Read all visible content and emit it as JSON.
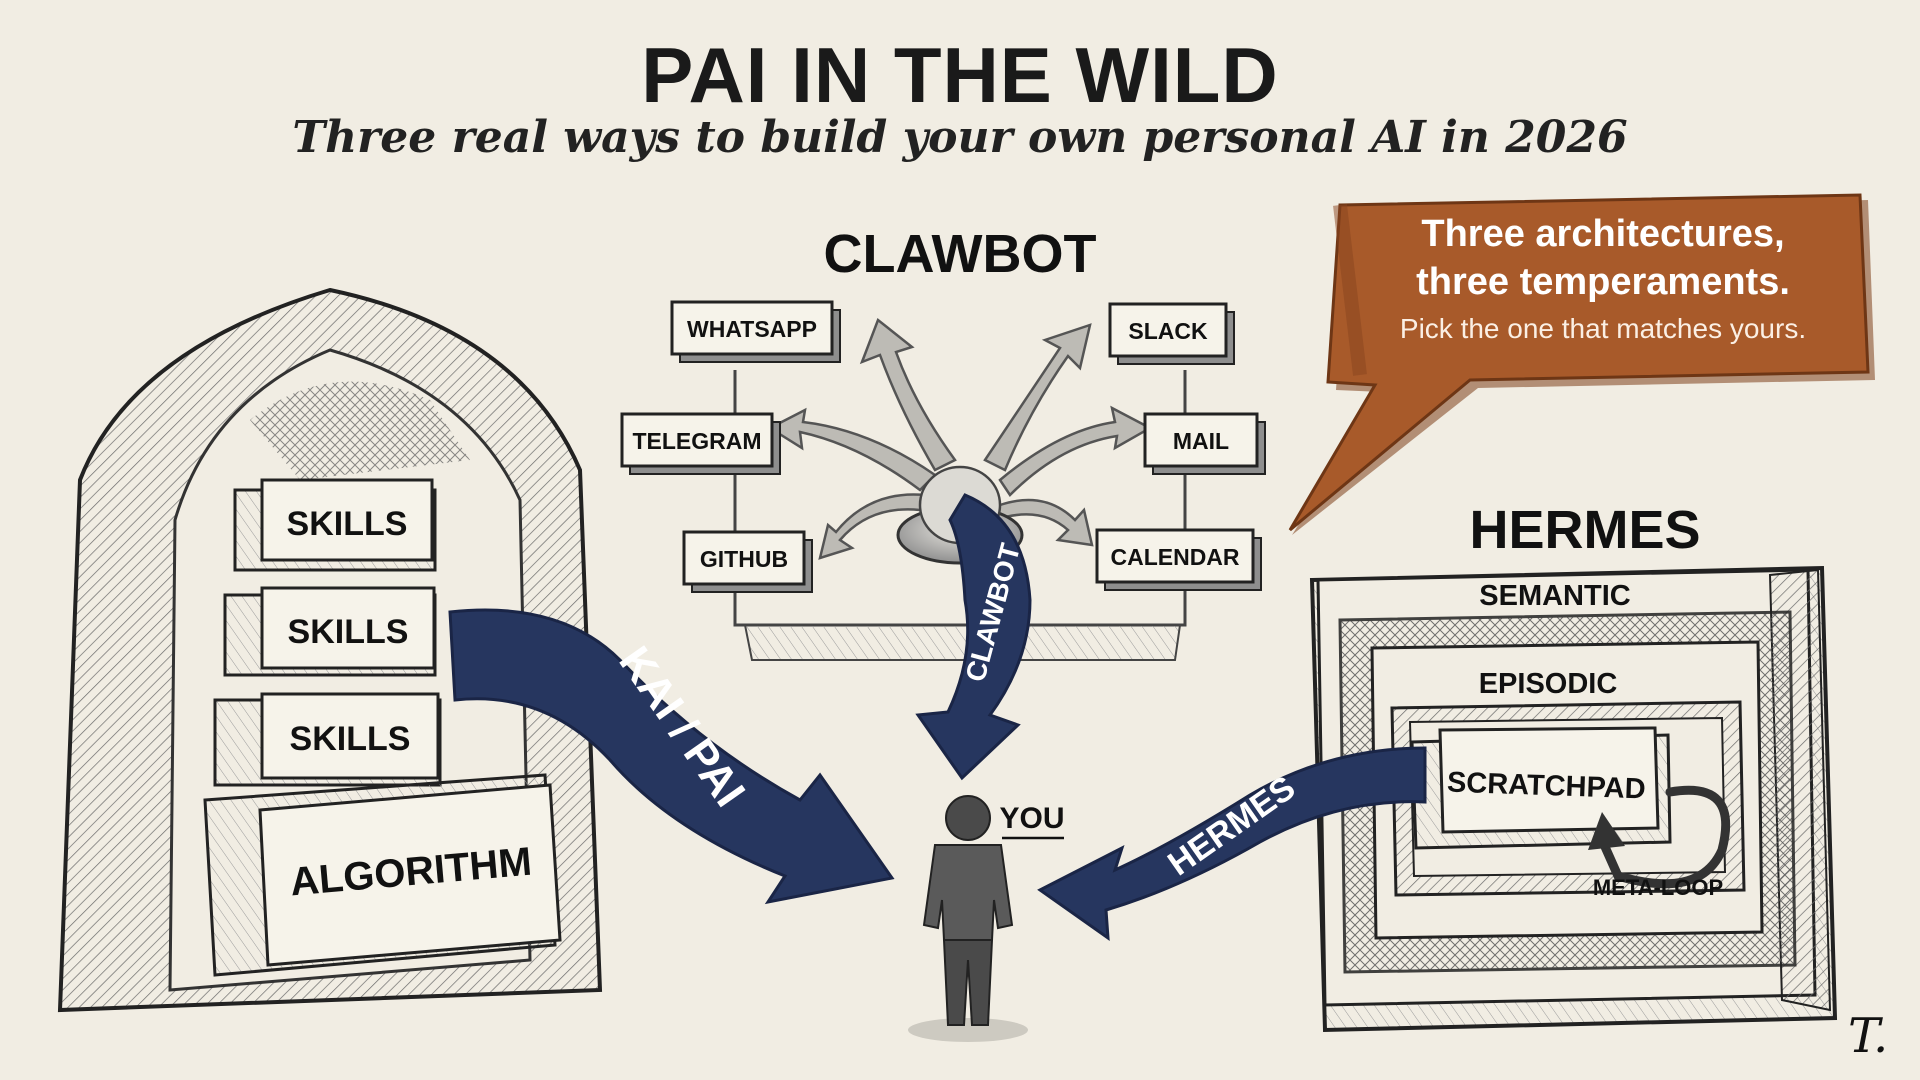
{
  "header": {
    "title": "PAI IN THE WILD",
    "subtitle": "Three real ways to build your own personal AI in 2026"
  },
  "callout": {
    "line1": "Three architectures,",
    "line2": "three temperaments.",
    "line3": "Pick the one that matches yours."
  },
  "kai": {
    "blocks": [
      "SKILLS",
      "SKILLS",
      "SKILLS"
    ],
    "base": "ALGORITHM",
    "arrow_label": "KAI / PAI"
  },
  "clawbot": {
    "title": "CLAWBOT",
    "nodes": {
      "whatsapp": "WHATSAPP",
      "slack": "SLACK",
      "telegram": "TELEGRAM",
      "mail": "MAIL",
      "github": "GITHUB",
      "calendar": "CALENDAR"
    },
    "arrow_label": "CLAWBOT"
  },
  "hermes": {
    "title": "HERMES",
    "layers": {
      "semantic": "SEMANTIC",
      "episodic": "EPISODIC",
      "scratchpad": "SCRATCHPAD"
    },
    "loop_label": "META-LOOP",
    "arrow_label": "HERMES"
  },
  "center": {
    "you_label": "YOU"
  },
  "signature": "T.",
  "colors": {
    "background": "#f1ede3",
    "arrow_navy": "#26365f",
    "callout_orange": "#a85a2a",
    "ink": "#1d1d1d"
  }
}
